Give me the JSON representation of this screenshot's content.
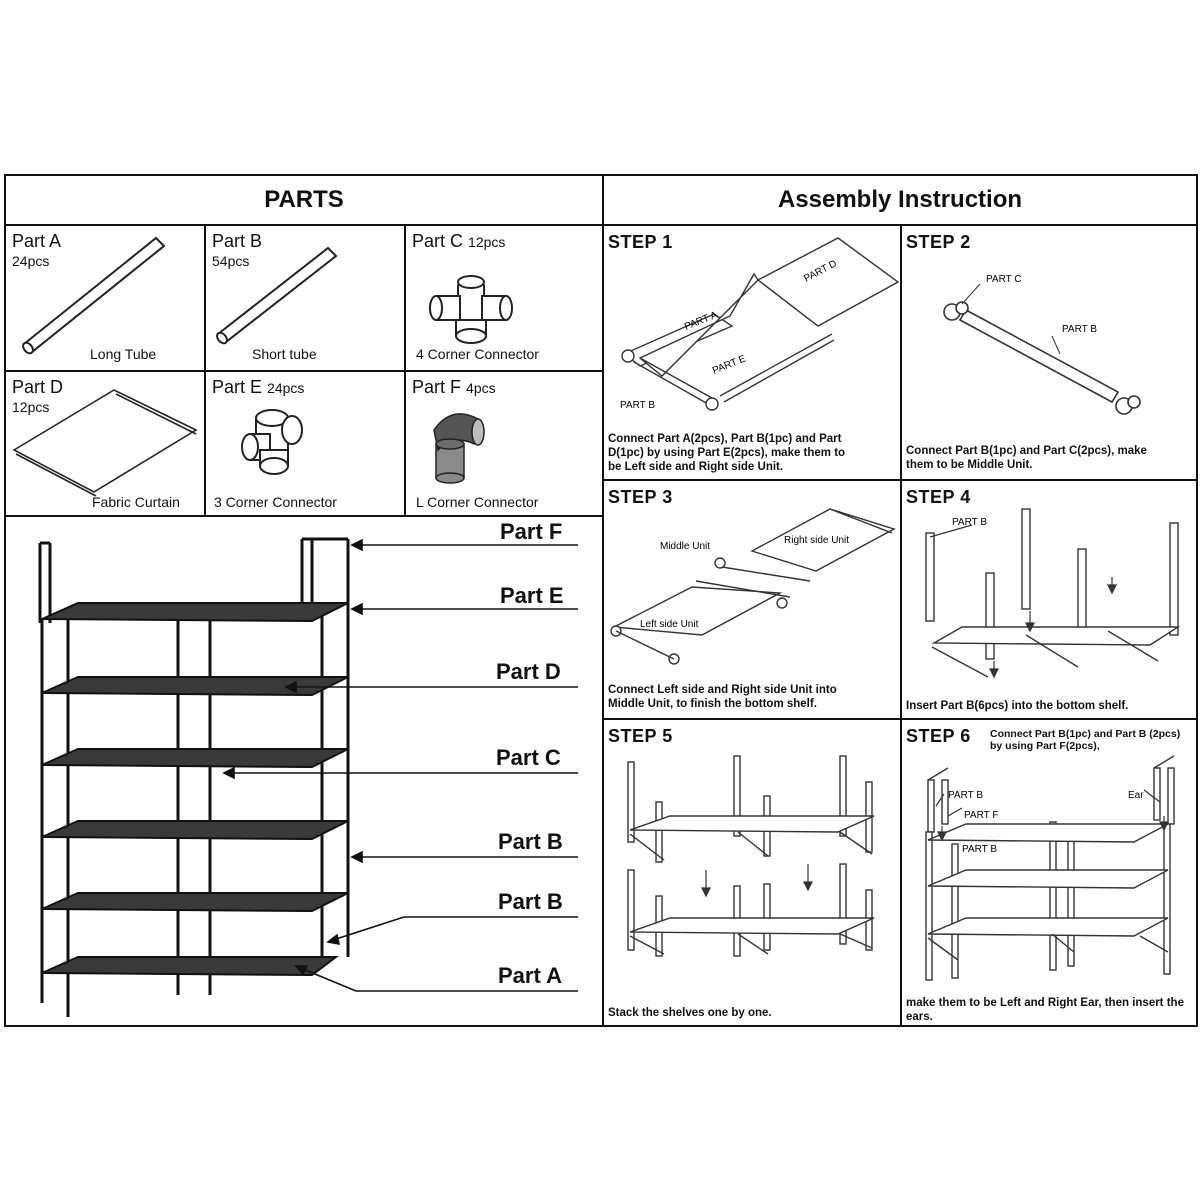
{
  "headers": {
    "parts": "PARTS",
    "assembly": "Assembly Instruction"
  },
  "parts": [
    {
      "name": "Part A",
      "qty": "24pcs",
      "caption": "Long Tube"
    },
    {
      "name": "Part B",
      "qty": "54pcs",
      "caption": "Short tube"
    },
    {
      "name": "Part C",
      "qty": "12pcs",
      "caption": "4 Corner Connector"
    },
    {
      "name": "Part D",
      "qty": "12pcs",
      "caption": "Fabric Curtain"
    },
    {
      "name": "Part E",
      "qty": "24pcs",
      "caption": "3 Corner Connector"
    },
    {
      "name": "Part  F",
      "qty": "4pcs",
      "caption": "L Corner Connector"
    }
  ],
  "rack_labels": [
    "Part F",
    "Part E",
    "Part D",
    "Part C",
    "Part B",
    "Part B",
    "Part A"
  ],
  "steps": [
    {
      "title": "STEP 1",
      "text": "Connect Part A(2pcs), Part B(1pc) and Part D(1pc) by using Part E(2pcs), make them to be Left side and Right side Unit.",
      "labels": [
        "PART D",
        "PART A",
        "PART E",
        "PART B"
      ]
    },
    {
      "title": "STEP 2",
      "text": "Connect Part B(1pc) and Part C(2pcs), make them to be Middle Unit.",
      "labels": [
        "PART C",
        "PART B"
      ]
    },
    {
      "title": "STEP 3",
      "text": "Connect Left side and Right side Unit into Middle Unit, to finish the bottom shelf.",
      "labels": [
        "Middle Unit",
        "Right side  Unit",
        "Left side  Unit"
      ]
    },
    {
      "title": "STEP 4",
      "text": "Insert Part B(6pcs) into the bottom shelf.",
      "labels": [
        "PART B"
      ]
    },
    {
      "title": "STEP 5",
      "text": "Stack the shelves one by one.",
      "labels": []
    },
    {
      "title": "STEP 6",
      "subtitle": "Connect Part B(1pc) and Part B (2pcs) by using Part F(2pcs),",
      "text": "make them to be Left and Right Ear, then insert the ears.",
      "labels": [
        "PART B",
        "PART F",
        "PART B",
        "Ear"
      ]
    }
  ]
}
